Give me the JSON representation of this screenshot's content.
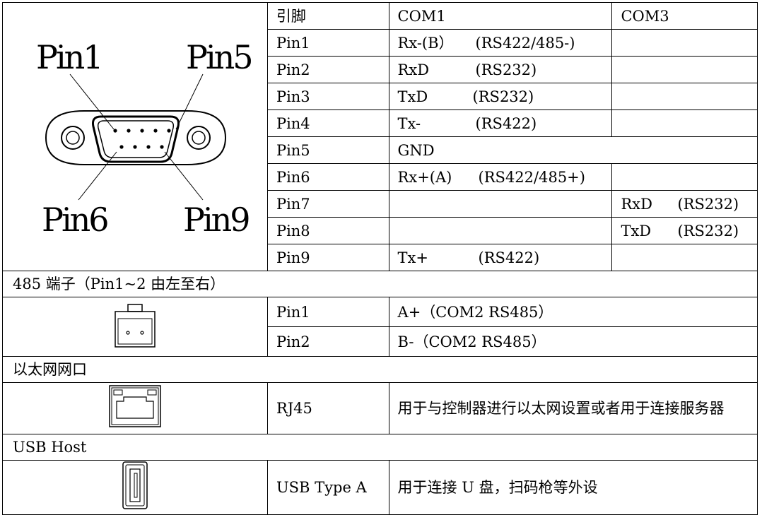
{
  "header": {
    "pin": "引脚",
    "com1": "COM1",
    "com3": "COM3"
  },
  "db9": {
    "pin1": "Pin1",
    "pin5": "Pin5",
    "pin6": "Pin6",
    "pin9": "Pin9"
  },
  "rows": [
    {
      "pin": "Pin1",
      "com1_sig": "Rx-(B）",
      "com1_proto": "(RS422/485-)",
      "com3_sig": "",
      "com3_proto": ""
    },
    {
      "pin": "Pin2",
      "com1_sig": "RxD",
      "com1_proto": "(RS232)",
      "com3_sig": "",
      "com3_proto": ""
    },
    {
      "pin": "Pin3",
      "com1_sig": "TxD",
      "com1_proto": "(RS232)",
      "com3_sig": "",
      "com3_proto": ""
    },
    {
      "pin": "Pin4",
      "com1_sig": "Tx-",
      "com1_proto": "(RS422)",
      "com3_sig": "",
      "com3_proto": ""
    },
    {
      "pin": "Pin5",
      "com1_sig": "GND"
    },
    {
      "pin": "Pin6",
      "com1_sig": "Rx+(A)",
      "com1_proto": "(RS422/485+)",
      "com3_sig": "",
      "com3_proto": ""
    },
    {
      "pin": "Pin7",
      "com1_sig": "",
      "com1_proto": "",
      "com3_sig": "RxD",
      "com3_proto": "(RS232)"
    },
    {
      "pin": "Pin8",
      "com1_sig": "",
      "com1_proto": "",
      "com3_sig": "TxD",
      "com3_proto": "(RS232)"
    },
    {
      "pin": "Pin9",
      "com1_sig": "Tx+",
      "com1_proto": "(RS422)",
      "com3_sig": "",
      "com3_proto": ""
    }
  ],
  "sections": {
    "terminal485": {
      "title": "485 端子（Pin1~2 由左至右）",
      "pins": [
        {
          "pin": "Pin1",
          "desc": "A+（COM2 RS485）"
        },
        {
          "pin": "Pin2",
          "desc": "B-（COM2 RS485）"
        }
      ]
    },
    "ethernet": {
      "title": "以太网网口",
      "pin": "RJ45",
      "desc": "用于与控制器进行以太网设置或者用于连接服务器"
    },
    "usb": {
      "title": "USB Host",
      "pin": "USB Type A",
      "desc": "用于连接 U 盘，扫码枪等外设"
    }
  }
}
